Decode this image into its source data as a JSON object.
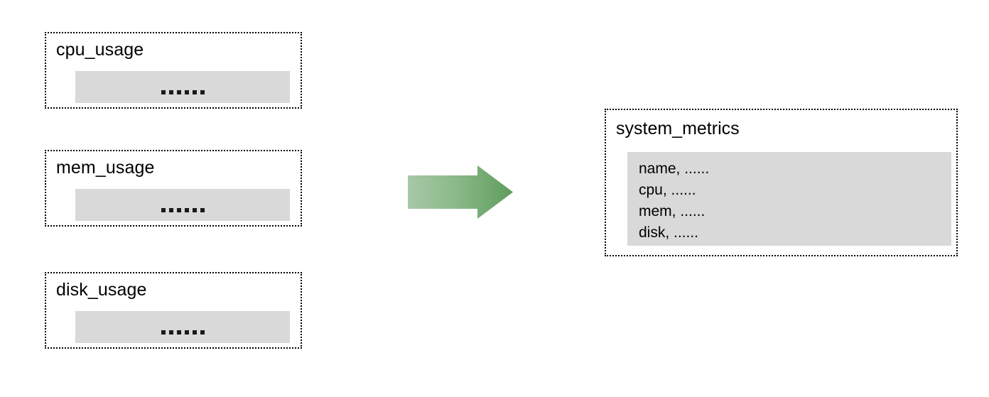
{
  "diagram": {
    "type": "data-consolidation-flow",
    "background_color": "#ffffff",
    "source_entities": [
      {
        "title": "cpu_usage",
        "body_text": "......",
        "panel_color": "#d9d9d9"
      },
      {
        "title": "mem_usage",
        "body_text": "......",
        "panel_color": "#d9d9d9"
      },
      {
        "title": "disk_usage",
        "body_text": "......",
        "panel_color": "#d9d9d9"
      }
    ],
    "arrow": {
      "icon": "right-arrow-icon",
      "direction": "right",
      "gradient_start_color": "#a7c8a7",
      "gradient_end_color": "#5d9d5c"
    },
    "target_entity": {
      "title": "system_metrics",
      "panel_color": "#d9d9d9",
      "fields": [
        "name, ......",
        "cpu, ......",
        "mem, ......",
        "disk, ......"
      ]
    }
  }
}
